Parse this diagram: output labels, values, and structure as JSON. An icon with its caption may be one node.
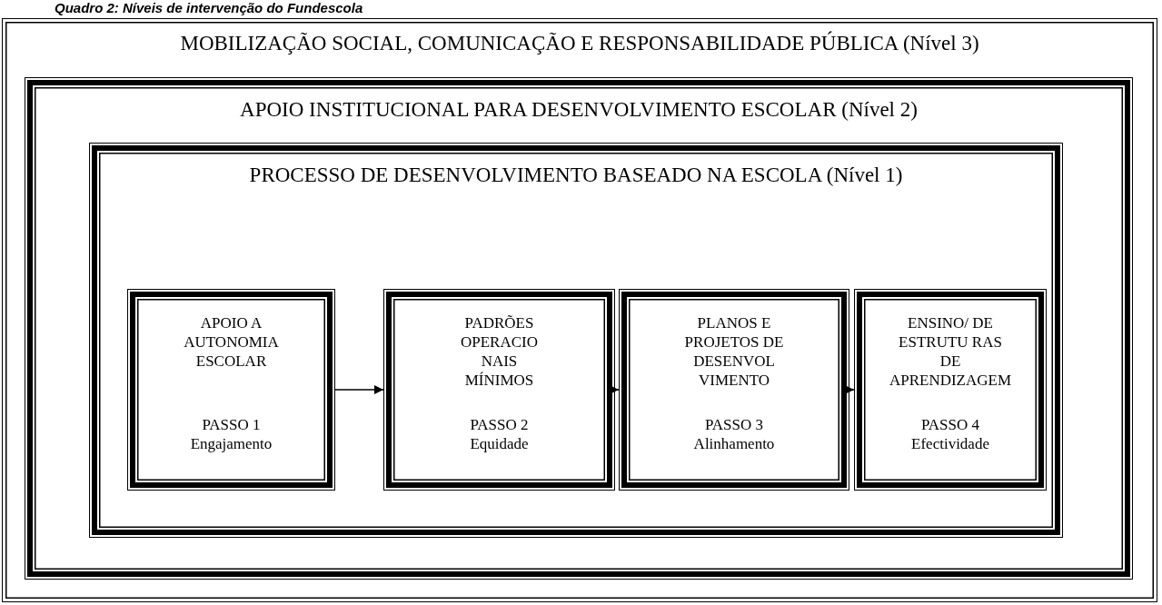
{
  "diagram": {
    "title": "Quadro 2: Níveis de intervenção do Fundescola",
    "nodes": [
      {
        "text": [
          "MOBILIZAÇÃO SOCIAL, COMUNICAÇÃO E RESPONSABILIDADE PÚBLICA (Nível 3)"
        ]
      },
      {
        "text": [
          "APOIO INSTITUCIONAL PARA DESENVOLVIMENTO ESCOLAR (Nível 2)"
        ],
        "in": 0
      },
      {
        "text": [
          "PROCESSO DE DESENVOLVIMENTO BASEADO NA ESCOLA (Nível 1)"
        ],
        "in": 1
      },
      {
        "text": [
          "APOIO A AUTONOMIA ESCOLAR",
          "PASSO 1",
          "Engajamento"
        ],
        "in": 2
      },
      {
        "text": [
          "PADRÕES OPERACIO NAIS MÍNIMOS",
          "PASSO 2",
          "Equidade"
        ],
        "in": 2
      },
      {
        "text": [
          "PLANOS E PROJETOS DE DESENVOL VIMENTO",
          "PASSO 3",
          "Alinhamento"
        ],
        "in": 2
      },
      {
        "text": [
          "ENSINO/ DE ESTRUTU RAS DE APRENDIZAGEM",
          "PASSO 4",
          "Efectividade"
        ],
        "in": 2
      }
    ],
    "edges": [
      {
        "from": 3,
        "to": 4,
        "arrow": "to"
      },
      {
        "from": 4,
        "to": 5,
        "arrow": "to"
      },
      {
        "from": 5,
        "to": 6,
        "arrow": "to"
      }
    ]
  }
}
